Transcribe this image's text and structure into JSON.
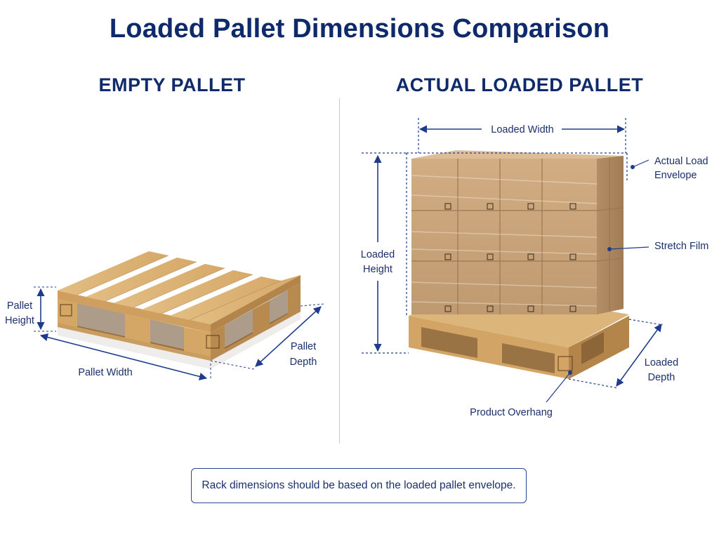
{
  "title": "Loaded Pallet Dimensions Comparison",
  "left_panel": {
    "heading": "EMPTY PALLET",
    "labels": {
      "height_line1": "Pallet",
      "height_line2": "Height",
      "width": "Pallet Width",
      "depth_line1": "Pallet",
      "depth_line2": "Depth"
    }
  },
  "right_panel": {
    "heading": "ACTUAL LOADED PALLET",
    "labels": {
      "width": "Loaded Width",
      "height_line1": "Loaded",
      "height_line2": "Height",
      "envelope_line1": "Actual Load",
      "envelope_line2": "Envelope",
      "film": "Stretch Film",
      "depth_line1": "Loaded",
      "depth_line2": "Depth",
      "overhang": "Product Overhang"
    }
  },
  "note": "Rack dimensions should be based on the loaded pallet envelope.",
  "colors": {
    "accent": "#0f2a6b",
    "line": "#1f3c8c",
    "wood": "#d9b27a",
    "cardboard": "#c9a37a"
  }
}
